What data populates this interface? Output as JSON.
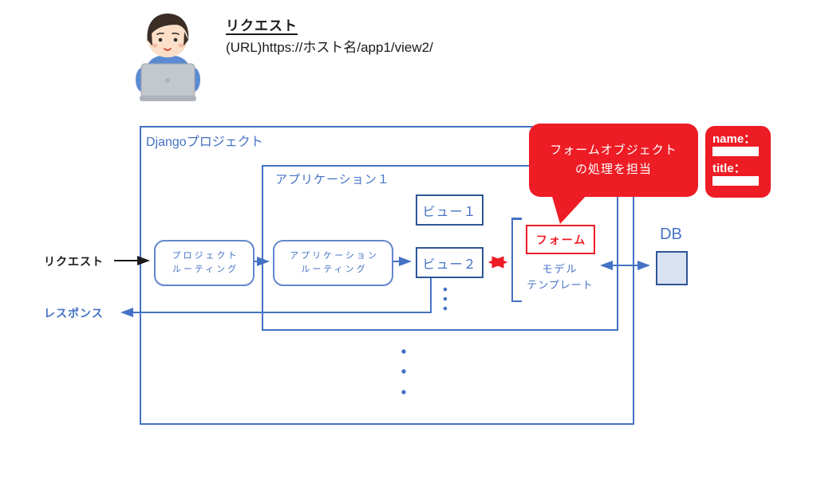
{
  "header": {
    "request_title": "リクエスト",
    "request_url": "(URL)https://ホスト名/app1/view2/",
    "person_icon": "person-at-laptop-icon"
  },
  "side_labels": {
    "request": "リクエスト",
    "response": "レスポンス"
  },
  "boxes": {
    "project": "Djangoプロジェクト",
    "application": "アプリケーション１"
  },
  "nodes": {
    "project_routing": [
      "プロジェクト",
      "ルーティング"
    ],
    "application_routing": [
      "アプリケーション",
      "ルーティング"
    ],
    "view1": "ビュー１",
    "view2": "ビュー２",
    "form": "フォーム",
    "model": "モデル",
    "template": "テンプレート",
    "db": "DB"
  },
  "callout": {
    "line1": "フォームオブジェクト",
    "line2": "の処理を担当"
  },
  "form_fields": {
    "name_label": "name：",
    "title_label": "title："
  },
  "colors": {
    "blue": "#4472C4",
    "dark_blue": "#2F5597",
    "light_blue_border": "#6286CD",
    "red": "#EE1C25",
    "black": "#1A1A1A",
    "db_fill": "#D9E2F3",
    "callout_text": "#FFFFFF"
  }
}
